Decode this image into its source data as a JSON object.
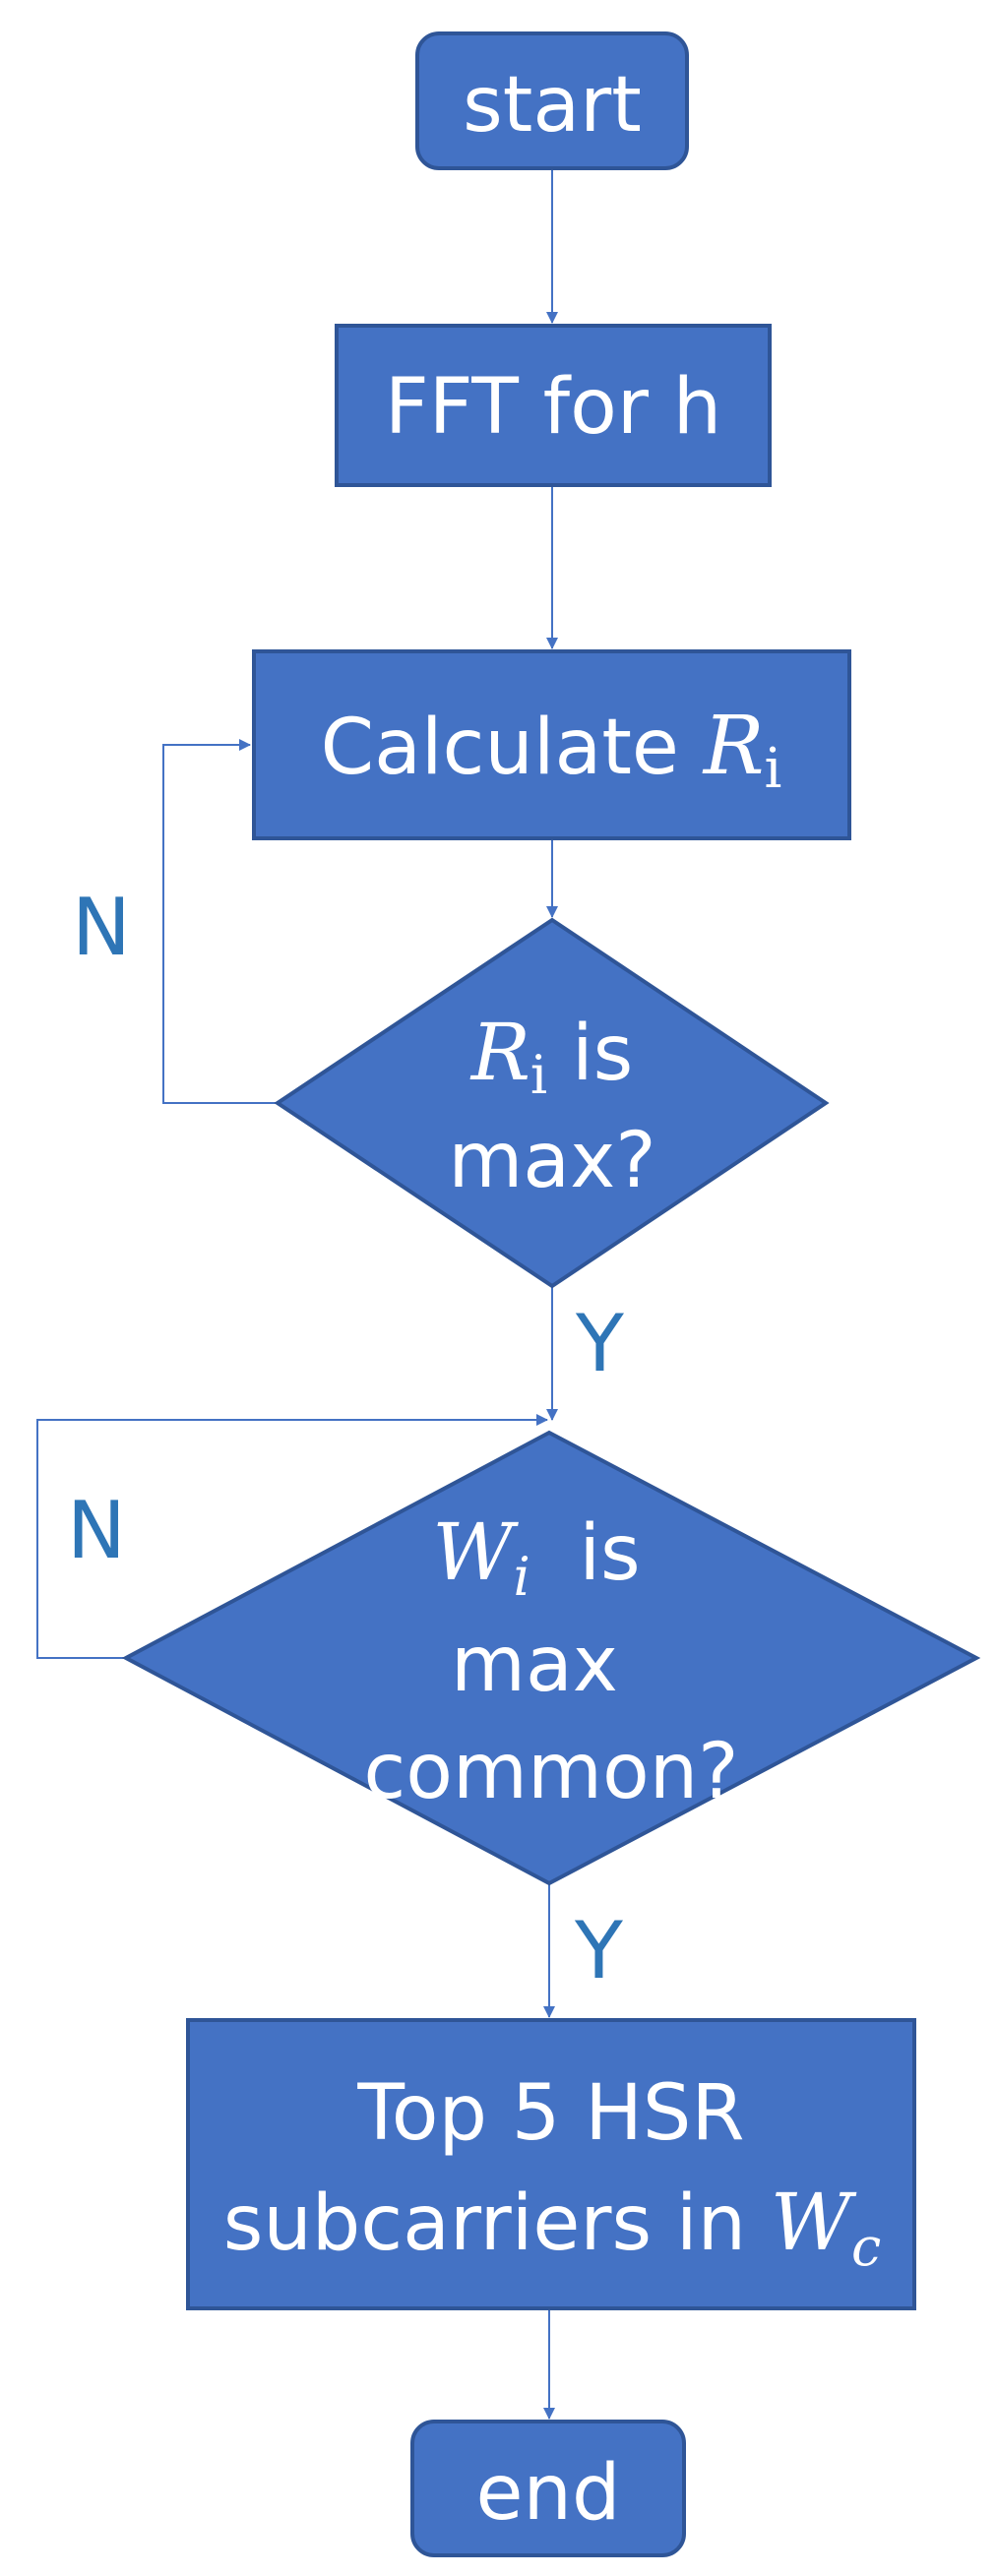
{
  "colors": {
    "fill": "#4472C4",
    "stroke": "#2F5597",
    "text_on_shape": "#ffffff",
    "edge_label": "#2E75B6"
  },
  "nodes": {
    "start": {
      "text": "start"
    },
    "fft": {
      "text": "FFT for h"
    },
    "calc": {
      "text": "Calculate ",
      "var": "R",
      "sub": "i"
    },
    "ri_max": {
      "var": "R",
      "sub": "i",
      "line1_rest": " is",
      "line2": "max?"
    },
    "wi_max": {
      "var": "W",
      "sub": "i",
      "line1_rest": "  is",
      "line2": "max",
      "line3": "common?"
    },
    "top5": {
      "line1": "Top 5 HSR",
      "line2_prefix": "subcarriers in ",
      "var": "W",
      "sub": "c"
    },
    "end": {
      "text": "end"
    }
  },
  "edge_labels": {
    "ri_no": "N",
    "ri_yes": "Y",
    "wi_no": "N",
    "wi_yes": "Y"
  }
}
